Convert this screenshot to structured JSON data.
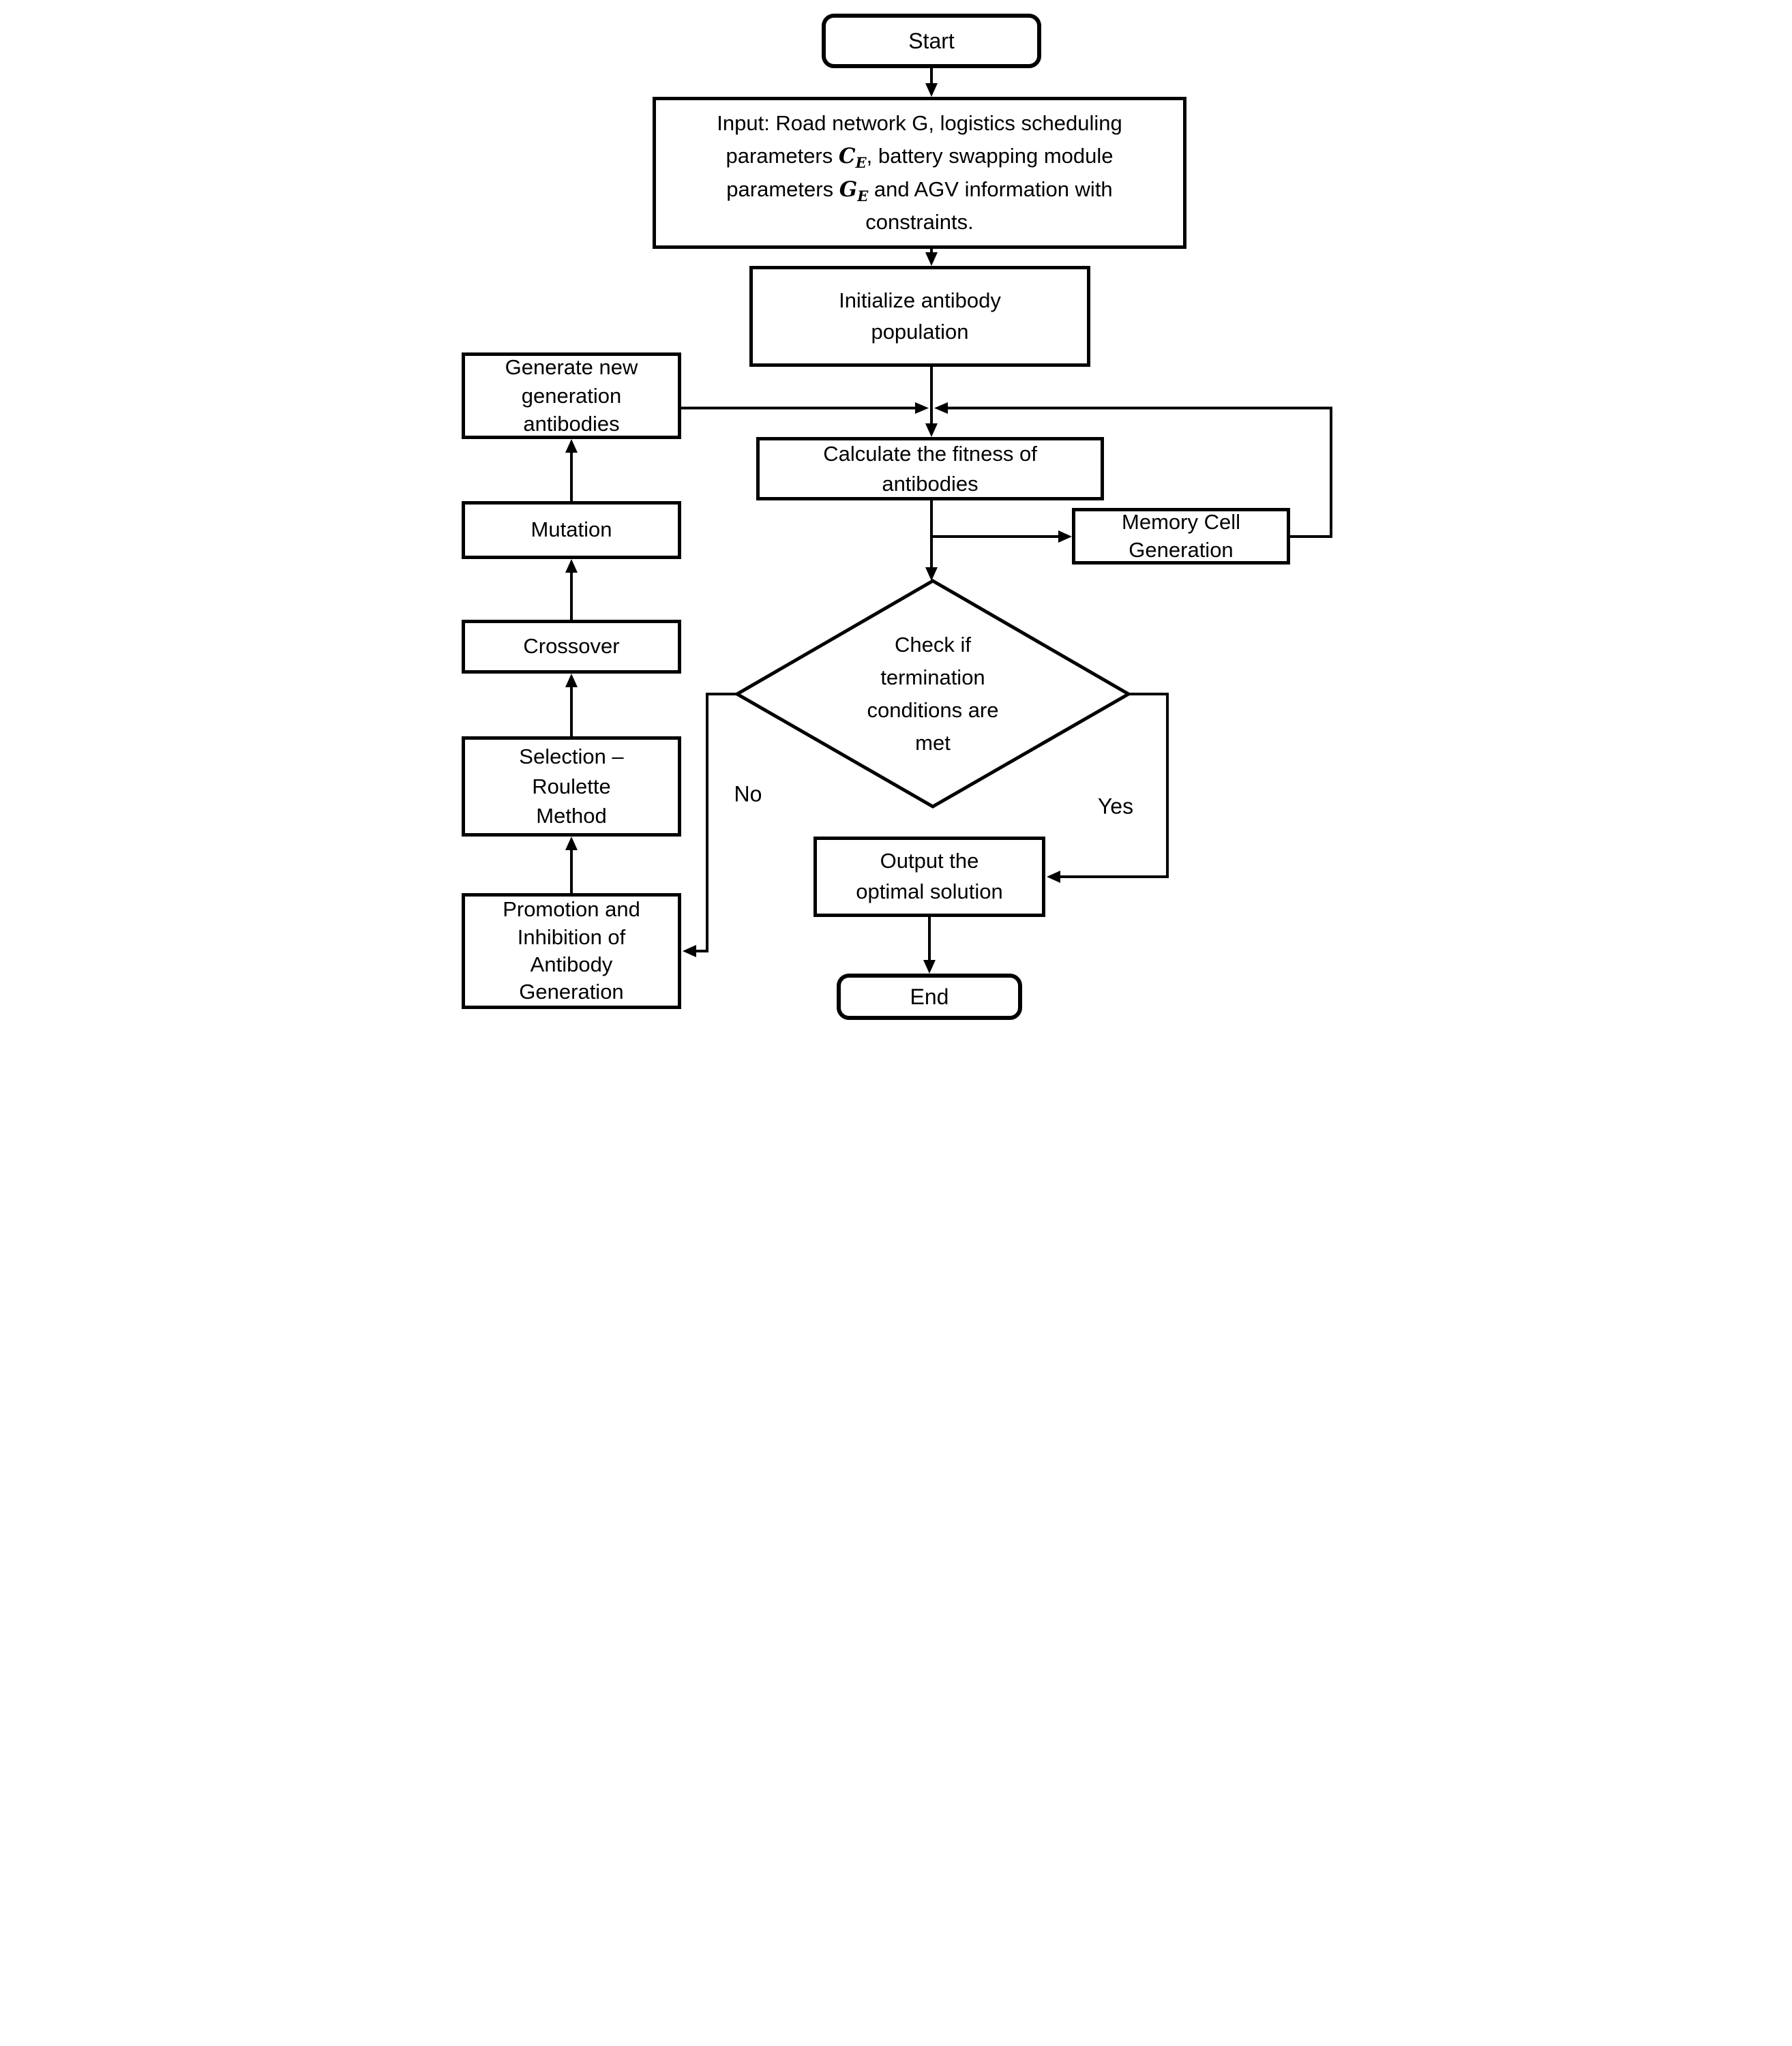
{
  "diagram": {
    "title_semantic": "Immune algorithm flowchart for AGV logistics scheduling",
    "background_color": "#ffffff",
    "stroke_color": "#000000",
    "nodes": {
      "start": {
        "label": "Start",
        "shape": "terminator"
      },
      "input": {
        "shape": "process",
        "l1": "Input: Road network G, logistics scheduling",
        "l2a": "parameters ",
        "l2var": "C",
        "l2sub": "E",
        "l2b": ", battery swapping module",
        "l3a": "parameters ",
        "l3var": "G",
        "l3sub": "E",
        "l3b": " and AGV information with",
        "l4": "constraints."
      },
      "initialize": {
        "shape": "process",
        "lines": [
          "Initialize antibody",
          "population"
        ]
      },
      "generate": {
        "shape": "process",
        "lines": [
          "Generate new",
          "generation",
          "antibodies"
        ]
      },
      "calculate": {
        "shape": "process",
        "lines": [
          "Calculate the fitness of",
          "antibodies"
        ]
      },
      "memory": {
        "shape": "process",
        "lines": [
          "Memory Cell",
          "Generation"
        ]
      },
      "mutation": {
        "shape": "process",
        "label": "Mutation"
      },
      "crossover": {
        "shape": "process",
        "label": "Crossover"
      },
      "selection": {
        "shape": "process",
        "lines": [
          "Selection –",
          "Roulette",
          "Method"
        ]
      },
      "promotion": {
        "shape": "process",
        "lines": [
          "Promotion and",
          "Inhibition of",
          "Antibody",
          "Generation"
        ]
      },
      "decision": {
        "shape": "diamond",
        "lines": [
          "Check if",
          "termination",
          "conditions are",
          "met"
        ]
      },
      "output": {
        "shape": "process",
        "lines": [
          "Output the",
          "optimal solution"
        ]
      },
      "end": {
        "label": "End",
        "shape": "terminator"
      }
    },
    "edge_labels": {
      "no": "No",
      "yes": "Yes"
    }
  }
}
